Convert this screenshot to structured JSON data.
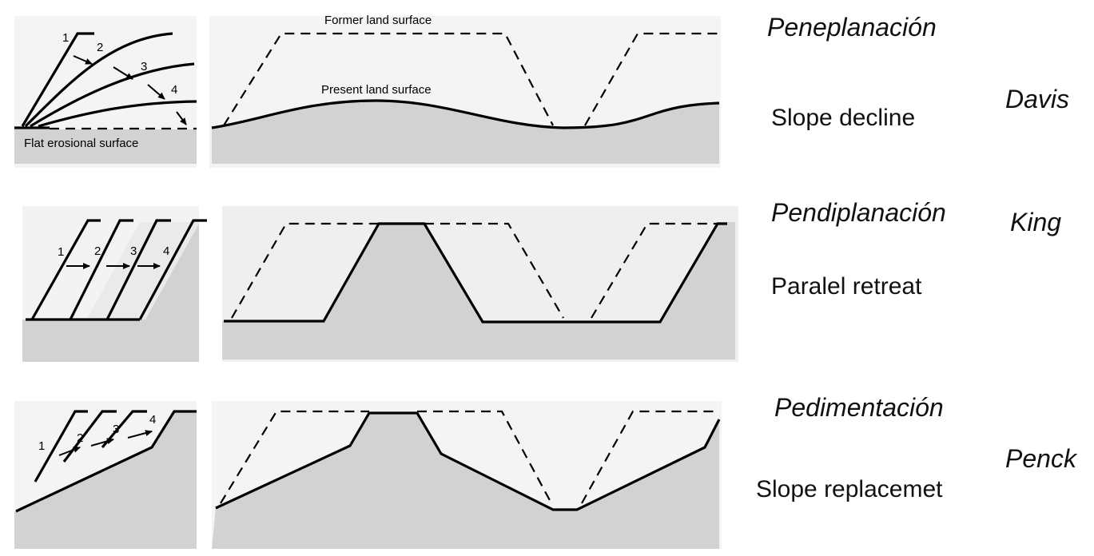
{
  "rows": [
    {
      "process": "Peneplanación",
      "author": "Davis",
      "description": "Slope decline",
      "diagram_labels": {
        "former": "Former land surface",
        "present": "Present land surface",
        "flat": "Flat erosional surface"
      },
      "steps": [
        "1",
        "2",
        "3",
        "4"
      ]
    },
    {
      "process": "Pendiplanación",
      "author": "King",
      "description": "Paralel retreat",
      "steps": [
        "1",
        "2",
        "3",
        "4"
      ]
    },
    {
      "process": "Pedimentación",
      "author": "Penck",
      "description": "Slope replacemet",
      "steps": [
        "1",
        "2",
        "3",
        "4"
      ]
    }
  ]
}
